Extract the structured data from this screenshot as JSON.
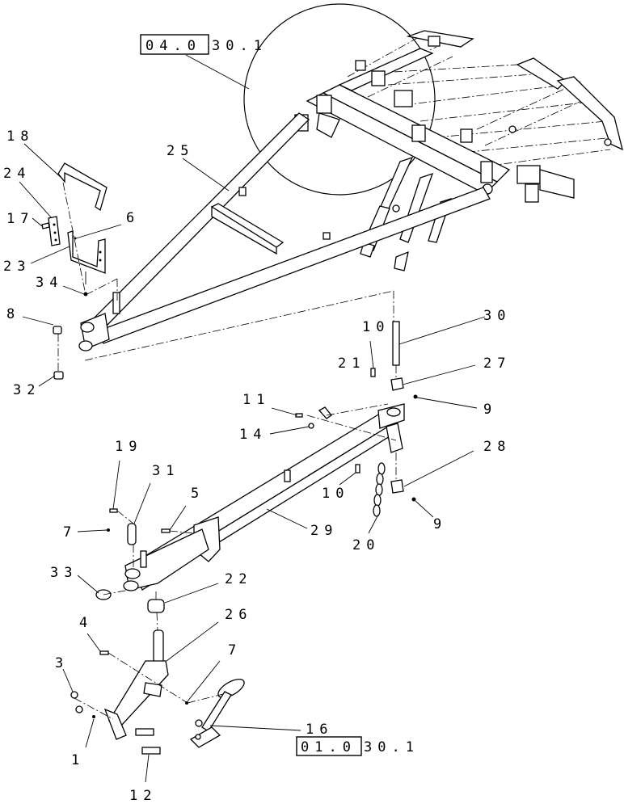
{
  "references": {
    "top_ref_boxed": "04.0",
    "top_ref_rest": "30.1",
    "bottom_ref_boxed": "01.0",
    "bottom_ref_rest": "30.1"
  },
  "callouts": {
    "c1": "1",
    "c3": "3",
    "c4": "4",
    "c5": "5",
    "c6": "6",
    "c7a": "7",
    "c7b": "7",
    "c8": "8",
    "c9a": "9",
    "c9b": "9",
    "c10a": "10",
    "c10b": "10",
    "c11": "11",
    "c12": "12",
    "c14": "14",
    "c16": "16",
    "c17": "17",
    "c18": "18",
    "c19": "19",
    "c20": "20",
    "c21": "21",
    "c22": "22",
    "c23": "23",
    "c24": "24",
    "c25": "25",
    "c26": "26",
    "c27": "27",
    "c28": "28",
    "c29": "29",
    "c30": "30",
    "c31": "31",
    "c32": "32",
    "c33": "33",
    "c34": "34"
  }
}
